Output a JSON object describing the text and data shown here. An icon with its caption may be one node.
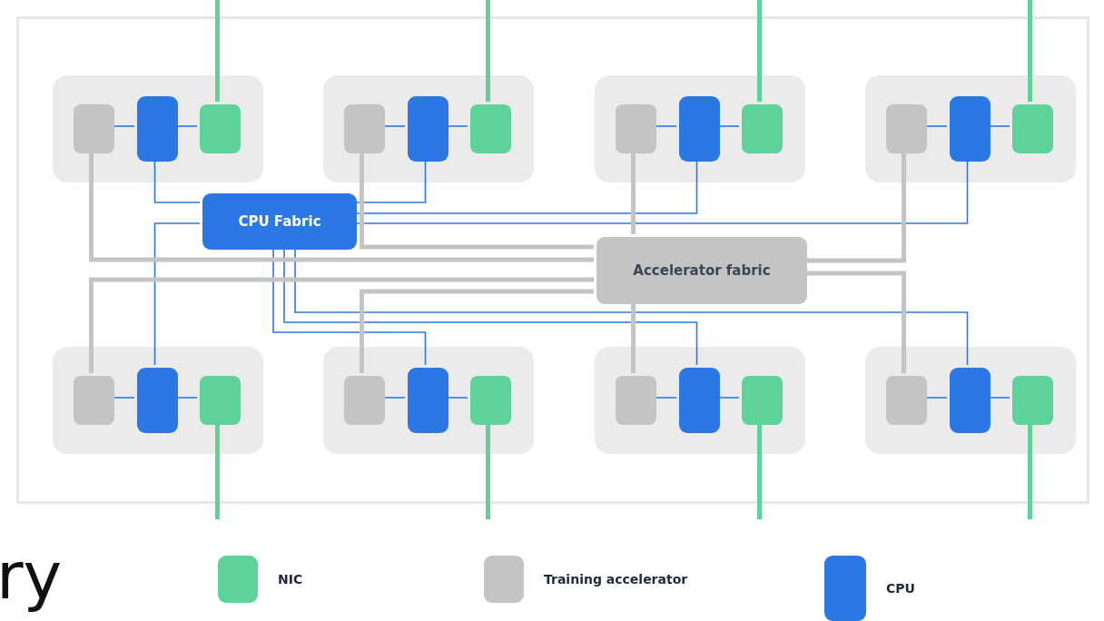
{
  "diagram": {
    "nodes": [
      {
        "text": [],
        "shape": "box"
      },
      {
        "text": [],
        "shape": "box",
        "in": 0
      },
      {
        "text": [],
        "shape": "box",
        "in": 1
      },
      {
        "text": [],
        "shape": "box",
        "in": 1
      },
      {
        "text": [],
        "shape": "box",
        "in": 1
      },
      {
        "text": [],
        "shape": "box",
        "in": 0
      },
      {
        "text": [],
        "shape": "box",
        "in": 5
      },
      {
        "text": [],
        "shape": "box",
        "in": 5
      },
      {
        "text": [],
        "shape": "box",
        "in": 5
      },
      {
        "text": [],
        "shape": "box",
        "in": 0
      },
      {
        "text": [],
        "shape": "box",
        "in": 9
      },
      {
        "text": [],
        "shape": "box",
        "in": 9
      },
      {
        "text": [],
        "shape": "box",
        "in": 9
      },
      {
        "text": [],
        "shape": "box",
        "in": 0
      },
      {
        "text": [],
        "shape": "box",
        "in": 13
      },
      {
        "text": [],
        "shape": "box",
        "in": 13
      },
      {
        "text": [],
        "shape": "box",
        "in": 13
      },
      {
        "text": [
          "CPU Fabric"
        ],
        "in": 0
      },
      {
        "text": [
          "Accelerator fabric"
        ],
        "in": 0
      },
      {
        "text": [],
        "shape": "box",
        "in": 0
      },
      {
        "text": [],
        "shape": "box",
        "in": 19
      },
      {
        "text": [],
        "shape": "box",
        "in": 19
      },
      {
        "text": [],
        "shape": "box",
        "in": 19
      },
      {
        "text": [],
        "shape": "box",
        "in": 0
      },
      {
        "text": [],
        "shape": "box",
        "in": 23
      },
      {
        "text": [],
        "shape": "box",
        "in": 23
      },
      {
        "text": [],
        "shape": "box",
        "in": 23
      },
      {
        "text": [],
        "shape": "box",
        "in": 0
      },
      {
        "text": [],
        "shape": "box",
        "in": 27
      },
      {
        "text": [],
        "shape": "box",
        "in": 27
      },
      {
        "text": [],
        "shape": "box",
        "in": 27
      },
      {
        "text": [],
        "shape": "box",
        "in": 0
      },
      {
        "text": [],
        "shape": "box",
        "in": 31
      },
      {
        "text": [],
        "shape": "box",
        "in": 31
      },
      {
        "text": [],
        "shape": "box",
        "in": 31
      }
    ],
    "edges": [
      {
        "from": 2,
        "to": 3,
        "arrow": "none"
      },
      {
        "from": 3,
        "to": 4,
        "arrow": "none"
      },
      {
        "from": 4,
        "to": null,
        "arrow": "none",
        "style": "thick",
        "color": "#5dd39a"
      },
      {
        "from": 6,
        "to": 7,
        "arrow": "none"
      },
      {
        "from": 7,
        "to": 8,
        "arrow": "none"
      },
      {
        "from": 8,
        "to": null,
        "arrow": "none",
        "style": "thick",
        "color": "#5dd39a"
      },
      {
        "from": 10,
        "to": 11,
        "arrow": "none"
      },
      {
        "from": 11,
        "to": 12,
        "arrow": "none"
      },
      {
        "from": 12,
        "to": null,
        "arrow": "none",
        "style": "thick",
        "color": "#5dd39a"
      },
      {
        "from": 14,
        "to": 15,
        "arrow": "none"
      },
      {
        "from": 15,
        "to": 16,
        "arrow": "none"
      },
      {
        "from": 16,
        "to": null,
        "arrow": "none",
        "style": "thick",
        "color": "#5dd39a"
      },
      {
        "from": 20,
        "to": 21,
        "arrow": "none"
      },
      {
        "from": 21,
        "to": 22,
        "arrow": "none"
      },
      {
        "from": 22,
        "to": null,
        "arrow": "none",
        "style": "thick",
        "color": "#5dd39a"
      },
      {
        "from": 24,
        "to": 25,
        "arrow": "none"
      },
      {
        "from": 25,
        "to": 26,
        "arrow": "none"
      },
      {
        "from": 26,
        "to": null,
        "arrow": "none",
        "style": "thick",
        "color": "#5dd39a"
      },
      {
        "from": 28,
        "to": 29,
        "arrow": "none"
      },
      {
        "from": 29,
        "to": 30,
        "arrow": "none"
      },
      {
        "from": 30,
        "to": null,
        "arrow": "none",
        "style": "thick",
        "color": "#5dd39a"
      },
      {
        "from": 32,
        "to": 33,
        "arrow": "none"
      },
      {
        "from": 33,
        "to": 34,
        "arrow": "none"
      },
      {
        "from": 34,
        "to": null,
        "arrow": "none",
        "style": "thick",
        "color": "#5dd39a"
      },
      {
        "from": 3,
        "to": 17,
        "arrow": "none"
      },
      {
        "from": 7,
        "to": 17,
        "arrow": "none"
      },
      {
        "from": 11,
        "to": 17,
        "arrow": "none"
      },
      {
        "from": 15,
        "to": 17,
        "arrow": "none"
      },
      {
        "from": 21,
        "to": 17,
        "arrow": "none"
      },
      {
        "from": 25,
        "to": 17,
        "arrow": "none"
      },
      {
        "from": 29,
        "to": 17,
        "arrow": "none"
      },
      {
        "from": 33,
        "to": 17,
        "arrow": "none"
      },
      {
        "from": 2,
        "to": 18,
        "arrow": "none",
        "style": "thick",
        "color": "#c4c4c4"
      },
      {
        "from": 6,
        "to": 18,
        "arrow": "none",
        "style": "thick",
        "color": "#c4c4c4"
      },
      {
        "from": 10,
        "to": 18,
        "arrow": "none",
        "style": "thick",
        "color": "#c4c4c4"
      },
      {
        "from": 14,
        "to": 18,
        "arrow": "none",
        "style": "thick",
        "color": "#c4c4c4"
      },
      {
        "from": 20,
        "to": 18,
        "arrow": "none",
        "style": "thick",
        "color": "#c4c4c4"
      },
      {
        "from": 24,
        "to": 18,
        "arrow": "none",
        "style": "thick",
        "color": "#c4c4c4"
      },
      {
        "from": 28,
        "to": 18,
        "arrow": "none",
        "style": "thick",
        "color": "#c4c4c4"
      },
      {
        "from": 32,
        "to": 18,
        "arrow": "none",
        "style": "thick",
        "color": "#c4c4c4"
      }
    ],
    "labels": [
      "ry"
    ],
    "legend": [
      {
        "text": "NIC",
        "color": "#5dd39a"
      },
      {
        "text": "Training accelerator",
        "color": "#c4c4c4"
      },
      {
        "text": "CPU",
        "color": "#2b78e4"
      }
    ]
  }
}
